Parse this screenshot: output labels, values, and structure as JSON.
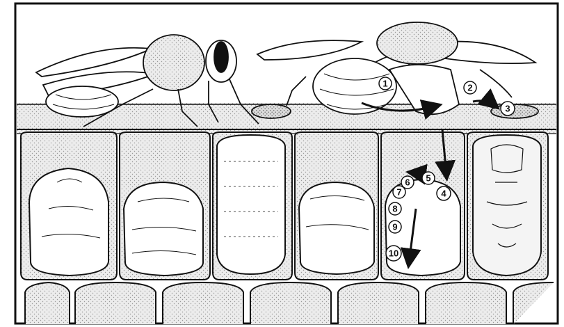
{
  "figure": {
    "colors": {
      "ink": "#111111",
      "cell_fill": "#e9e9e9",
      "larva_fill": "#ffffff",
      "background": "#ffffff"
    },
    "step_markers": [
      {
        "id": "step-1",
        "label": "1"
      },
      {
        "id": "step-2",
        "label": "2"
      },
      {
        "id": "step-3",
        "label": "3"
      },
      {
        "id": "step-4",
        "label": "4"
      },
      {
        "id": "step-5",
        "label": "5"
      },
      {
        "id": "step-6",
        "label": "6"
      },
      {
        "id": "step-7",
        "label": "7"
      },
      {
        "id": "step-8",
        "label": "8"
      },
      {
        "id": "step-9",
        "label": "9"
      },
      {
        "id": "step-10",
        "label": "10"
      }
    ],
    "elements": {
      "bees": [
        "worker-bee-icon",
        "nurse-bee-icon"
      ],
      "cell_contents": [
        "larva",
        "larva",
        "prepupa",
        "larva",
        "larva-with-mites",
        "pupa"
      ]
    }
  }
}
